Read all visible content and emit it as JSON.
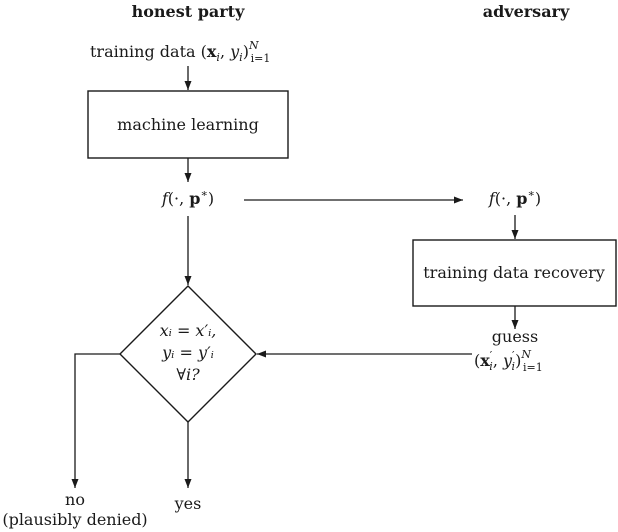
{
  "headings": {
    "honest_party": "honest party",
    "adversary": "adversary"
  },
  "nodes": {
    "training_data": {
      "prefix": "training data ",
      "open": "(",
      "x": "x",
      "i1": "i",
      "comma": ", ",
      "y": "y",
      "i2": "i",
      "close": ")",
      "sup": "N",
      "sub": "i=1"
    },
    "machine_learning": "machine learning",
    "model_left": {
      "f": "f",
      "open": "(·, ",
      "p": "p",
      "star": "∗",
      "close": ")"
    },
    "model_right": {
      "f": "f",
      "open": "(·, ",
      "p": "p",
      "star": "∗",
      "close": ")"
    },
    "recovery": "training data recovery",
    "guess": {
      "word": "guess",
      "open": "(",
      "x": "x",
      "prime1": "′",
      "i1": "i",
      "comma": ", ",
      "y": "y",
      "prime2": "′",
      "i2": "i",
      "close": ")",
      "sup": "N",
      "sub": "i=1"
    },
    "decision": {
      "line1": "xᵢ = x′ᵢ,",
      "line2": "yᵢ = y′ᵢ",
      "line3": "∀i?"
    },
    "no": "no",
    "no_note": "(plausibly denied)",
    "yes": "yes"
  }
}
